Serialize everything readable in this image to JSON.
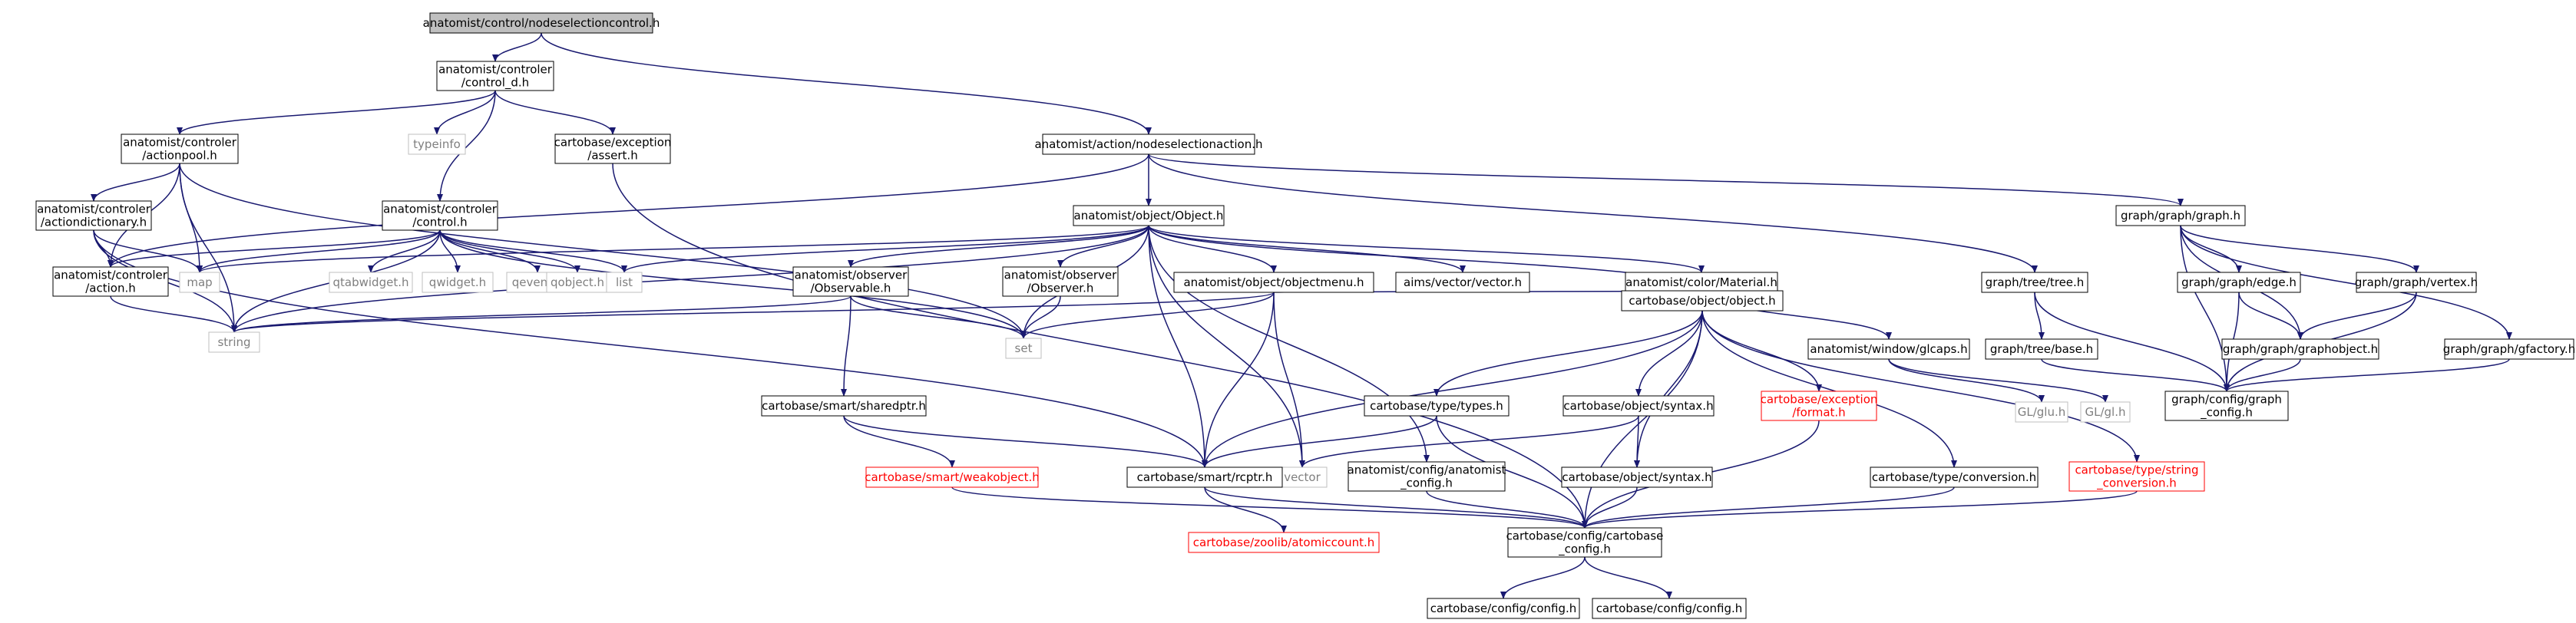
{
  "colors": {
    "edge": "#191970",
    "root_fill": "#bfbfbf",
    "node_border": "#000000",
    "system_header_border": "#bfbfbf",
    "system_header_text": "#7f7f7f",
    "missing_doc_border": "#ff0000",
    "missing_doc_text": "#ff0000",
    "text": "#000000"
  },
  "nodes": [
    {
      "id": "root",
      "lines": [
        "anatomist/control/nodeselectioncontrol.h"
      ],
      "style": "root"
    },
    {
      "id": "control_d",
      "lines": [
        "anatomist/controler",
        "/control_d.h"
      ],
      "style": "normal"
    },
    {
      "id": "actionpool",
      "lines": [
        "anatomist/controler",
        "/actionpool.h"
      ],
      "style": "normal"
    },
    {
      "id": "typeinfo",
      "lines": [
        "typeinfo"
      ],
      "style": "system"
    },
    {
      "id": "cb_assert",
      "lines": [
        "cartobase/exception",
        "/assert.h"
      ],
      "style": "normal"
    },
    {
      "id": "nodeselectionaction",
      "lines": [
        "anatomist/action/nodeselectionaction.h"
      ],
      "style": "normal"
    },
    {
      "id": "actiondictionary",
      "lines": [
        "anatomist/controler",
        "/actiondictionary.h"
      ],
      "style": "normal"
    },
    {
      "id": "control_h",
      "lines": [
        "anatomist/controler",
        "/control.h"
      ],
      "style": "normal"
    },
    {
      "id": "object_h",
      "lines": [
        "anatomist/object/Object.h"
      ],
      "style": "normal"
    },
    {
      "id": "graph_h",
      "lines": [
        "graph/graph/graph.h"
      ],
      "style": "normal"
    },
    {
      "id": "action_h",
      "lines": [
        "anatomist/controler",
        "/action.h"
      ],
      "style": "normal"
    },
    {
      "id": "map",
      "lines": [
        "map"
      ],
      "style": "system"
    },
    {
      "id": "qtabwidget",
      "lines": [
        "qtabwidget.h"
      ],
      "style": "system"
    },
    {
      "id": "qwidget",
      "lines": [
        "qwidget.h"
      ],
      "style": "system"
    },
    {
      "id": "qevent",
      "lines": [
        "qevent.h"
      ],
      "style": "system"
    },
    {
      "id": "qobject",
      "lines": [
        "qobject.h"
      ],
      "style": "system"
    },
    {
      "id": "list",
      "lines": [
        "list"
      ],
      "style": "system"
    },
    {
      "id": "observable",
      "lines": [
        "anatomist/observer",
        "/Observable.h"
      ],
      "style": "normal"
    },
    {
      "id": "observer",
      "lines": [
        "anatomist/observer",
        "/Observer.h"
      ],
      "style": "normal"
    },
    {
      "id": "objectmenu",
      "lines": [
        "anatomist/object/objectmenu.h"
      ],
      "style": "normal"
    },
    {
      "id": "aimsvector",
      "lines": [
        "aims/vector/vector.h"
      ],
      "style": "normal"
    },
    {
      "id": "material",
      "lines": [
        "anatomist/color/Material.h"
      ],
      "style": "normal"
    },
    {
      "id": "tree_h",
      "lines": [
        "graph/tree/tree.h"
      ],
      "style": "normal"
    },
    {
      "id": "edge_h",
      "lines": [
        "graph/graph/edge.h"
      ],
      "style": "normal"
    },
    {
      "id": "vertex_h",
      "lines": [
        "graph/graph/vertex.h"
      ],
      "style": "normal"
    },
    {
      "id": "string",
      "lines": [
        "string"
      ],
      "style": "system"
    },
    {
      "id": "set",
      "lines": [
        "set"
      ],
      "style": "system"
    },
    {
      "id": "cb_object",
      "lines": [
        "cartobase/object/object.h"
      ],
      "style": "normal"
    },
    {
      "id": "glcaps",
      "lines": [
        "anatomist/window/glcaps.h"
      ],
      "style": "normal"
    },
    {
      "id": "tree_base",
      "lines": [
        "graph/tree/base.h"
      ],
      "style": "normal"
    },
    {
      "id": "graphobject",
      "lines": [
        "graph/graph/graphobject.h"
      ],
      "style": "normal"
    },
    {
      "id": "gfactory",
      "lines": [
        "graph/graph/gfactory.h"
      ],
      "style": "normal"
    },
    {
      "id": "glu",
      "lines": [
        "GL/glu.h"
      ],
      "style": "system"
    },
    {
      "id": "gl",
      "lines": [
        "GL/gl.h"
      ],
      "style": "system"
    },
    {
      "id": "graph_config",
      "lines": [
        "graph/config/graph",
        "_config.h"
      ],
      "style": "normal"
    },
    {
      "id": "sharedptr",
      "lines": [
        "cartobase/smart/sharedptr.h"
      ],
      "style": "normal"
    },
    {
      "id": "types_h",
      "lines": [
        "cartobase/type/types.h"
      ],
      "style": "normal"
    },
    {
      "id": "syntax1",
      "lines": [
        "cartobase/object/syntax.h"
      ],
      "style": "normal"
    },
    {
      "id": "exc_format",
      "lines": [
        "cartobase/exception",
        "/format.h"
      ],
      "style": "missing"
    },
    {
      "id": "vector",
      "lines": [
        "vector"
      ],
      "style": "system"
    },
    {
      "id": "weakobject",
      "lines": [
        "cartobase/smart/weakobject.h"
      ],
      "style": "missing"
    },
    {
      "id": "rcptr",
      "lines": [
        "cartobase/smart/rcptr.h"
      ],
      "style": "normal"
    },
    {
      "id": "anat_config",
      "lines": [
        "anatomist/config/anatomist",
        "_config.h"
      ],
      "style": "normal"
    },
    {
      "id": "syntax2",
      "lines": [
        "cartobase/object/syntax.h"
      ],
      "style": "normal"
    },
    {
      "id": "conversion",
      "lines": [
        "cartobase/type/conversion.h"
      ],
      "style": "normal"
    },
    {
      "id": "string_conversion",
      "lines": [
        "cartobase/type/string",
        "_conversion.h"
      ],
      "style": "missing"
    },
    {
      "id": "atomiccount",
      "lines": [
        "cartobase/zoolib/atomiccount.h"
      ],
      "style": "missing"
    },
    {
      "id": "cb_config",
      "lines": [
        "cartobase/config/cartobase",
        "_config.h"
      ],
      "style": "normal"
    },
    {
      "id": "config1",
      "lines": [
        "cartobase/config/config.h"
      ],
      "style": "normal"
    },
    {
      "id": "config2",
      "lines": [
        "cartobase/config/config.h"
      ],
      "style": "normal"
    }
  ],
  "edges": [
    [
      "root",
      "control_d"
    ],
    [
      "root",
      "nodeselectionaction"
    ],
    [
      "control_d",
      "actionpool"
    ],
    [
      "control_d",
      "typeinfo"
    ],
    [
      "control_d",
      "cb_assert"
    ],
    [
      "control_d",
      "control_h"
    ],
    [
      "actionpool",
      "actiondictionary"
    ],
    [
      "actionpool",
      "action_h"
    ],
    [
      "actionpool",
      "map"
    ],
    [
      "actionpool",
      "string"
    ],
    [
      "actionpool",
      "set"
    ],
    [
      "cb_assert",
      "cb_config"
    ],
    [
      "nodeselectionaction",
      "action_h"
    ],
    [
      "nodeselectionaction",
      "object_h"
    ],
    [
      "nodeselectionaction",
      "graph_h"
    ],
    [
      "nodeselectionaction",
      "tree_h"
    ],
    [
      "actiondictionary",
      "action_h"
    ],
    [
      "actiondictionary",
      "map"
    ],
    [
      "actiondictionary",
      "string"
    ],
    [
      "actiondictionary",
      "rcptr"
    ],
    [
      "control_h",
      "action_h"
    ],
    [
      "control_h",
      "map"
    ],
    [
      "control_h",
      "qtabwidget"
    ],
    [
      "control_h",
      "qwidget"
    ],
    [
      "control_h",
      "qevent"
    ],
    [
      "control_h",
      "qobject"
    ],
    [
      "control_h",
      "list"
    ],
    [
      "control_h",
      "string"
    ],
    [
      "control_h",
      "set"
    ],
    [
      "action_h",
      "string"
    ],
    [
      "object_h",
      "map"
    ],
    [
      "object_h",
      "list"
    ],
    [
      "object_h",
      "string"
    ],
    [
      "object_h",
      "set"
    ],
    [
      "object_h",
      "observable"
    ],
    [
      "object_h",
      "observer"
    ],
    [
      "object_h",
      "objectmenu"
    ],
    [
      "object_h",
      "aimsvector"
    ],
    [
      "object_h",
      "material"
    ],
    [
      "object_h",
      "cb_object"
    ],
    [
      "object_h",
      "vector"
    ],
    [
      "object_h",
      "rcptr"
    ],
    [
      "object_h",
      "anat_config"
    ],
    [
      "observable",
      "string"
    ],
    [
      "observable",
      "set"
    ],
    [
      "observable",
      "sharedptr"
    ],
    [
      "observer",
      "set"
    ],
    [
      "objectmenu",
      "string"
    ],
    [
      "objectmenu",
      "set"
    ],
    [
      "objectmenu",
      "cb_object"
    ],
    [
      "objectmenu",
      "vector"
    ],
    [
      "objectmenu",
      "rcptr"
    ],
    [
      "material",
      "cb_object"
    ],
    [
      "material",
      "glcaps"
    ],
    [
      "glcaps",
      "glu"
    ],
    [
      "glcaps",
      "gl"
    ],
    [
      "graph_h",
      "edge_h"
    ],
    [
      "graph_h",
      "vertex_h"
    ],
    [
      "graph_h",
      "graphobject"
    ],
    [
      "graph_h",
      "gfactory"
    ],
    [
      "graph_h",
      "graph_config"
    ],
    [
      "tree_h",
      "tree_base"
    ],
    [
      "tree_h",
      "graph_config"
    ],
    [
      "tree_base",
      "graph_config"
    ],
    [
      "edge_h",
      "graphobject"
    ],
    [
      "edge_h",
      "graph_config"
    ],
    [
      "vertex_h",
      "graphobject"
    ],
    [
      "vertex_h",
      "graph_config"
    ],
    [
      "graphobject",
      "graph_config"
    ],
    [
      "gfactory",
      "graph_config"
    ],
    [
      "cb_object",
      "types_h"
    ],
    [
      "cb_object",
      "syntax1"
    ],
    [
      "cb_object",
      "exc_format"
    ],
    [
      "cb_object",
      "rcptr"
    ],
    [
      "cb_object",
      "syntax2"
    ],
    [
      "cb_object",
      "conversion"
    ],
    [
      "cb_object",
      "string_conversion"
    ],
    [
      "cb_object",
      "cb_config"
    ],
    [
      "types_h",
      "rcptr"
    ],
    [
      "types_h",
      "cb_config"
    ],
    [
      "syntax1",
      "vector"
    ],
    [
      "syntax1",
      "syntax2"
    ],
    [
      "exc_format",
      "cb_config"
    ],
    [
      "sharedptr",
      "weakobject"
    ],
    [
      "sharedptr",
      "rcptr"
    ],
    [
      "weakobject",
      "cb_config"
    ],
    [
      "rcptr",
      "atomiccount"
    ],
    [
      "rcptr",
      "cb_config"
    ],
    [
      "anat_config",
      "cb_config"
    ],
    [
      "syntax2",
      "cb_config"
    ],
    [
      "conversion",
      "cb_config"
    ],
    [
      "string_conversion",
      "cb_config"
    ],
    [
      "cb_config",
      "config1"
    ],
    [
      "cb_config",
      "config2"
    ]
  ]
}
